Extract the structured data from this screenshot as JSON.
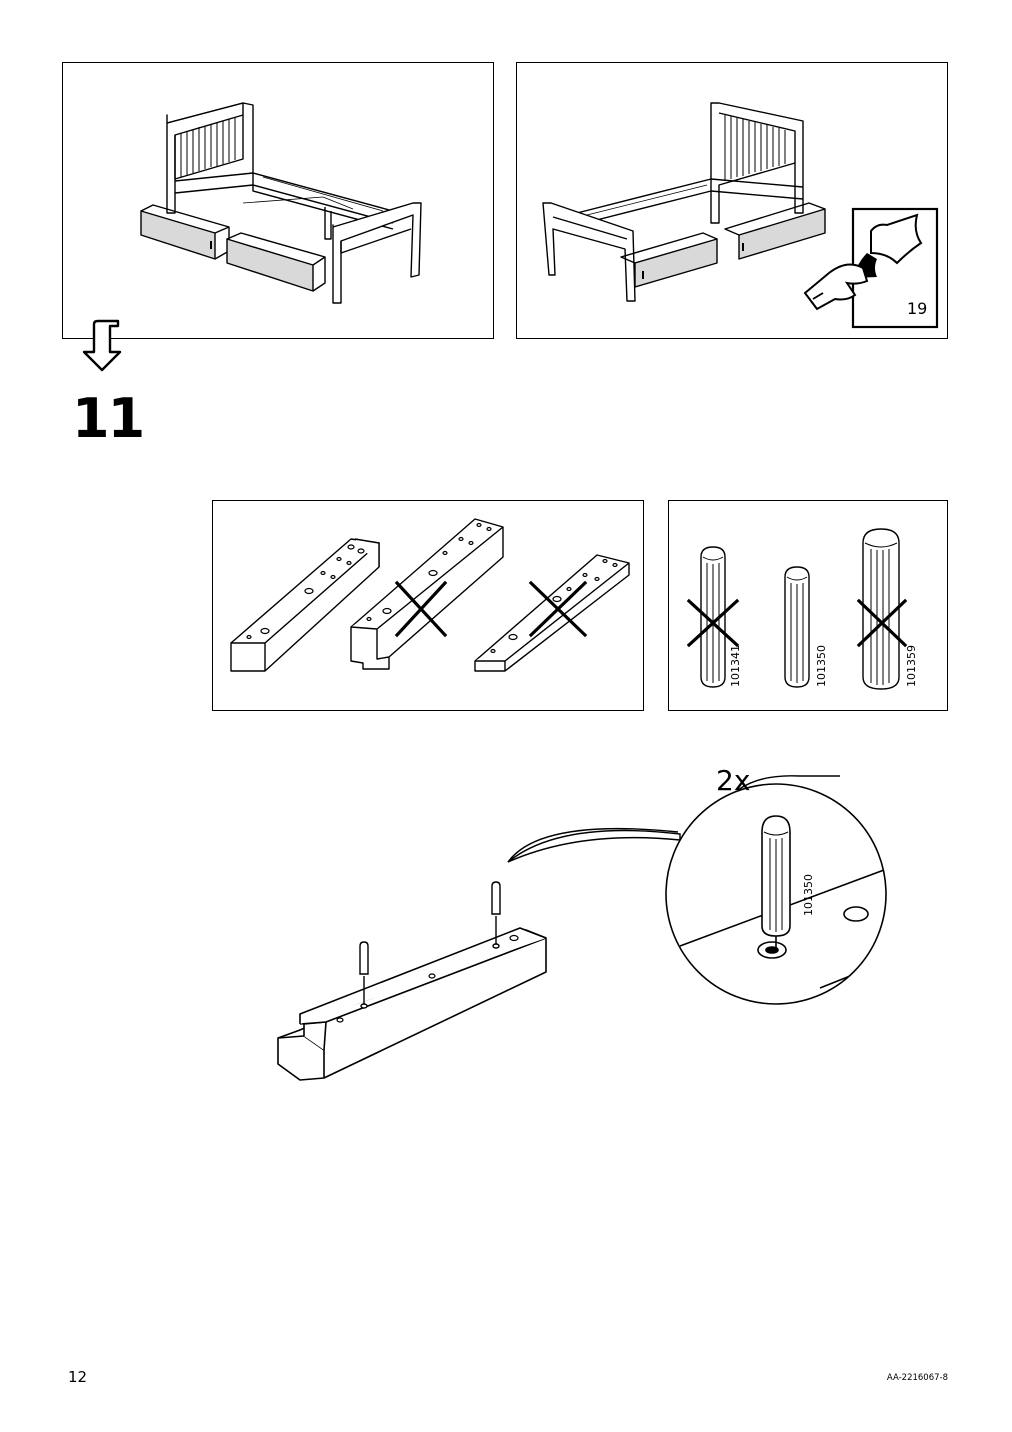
{
  "page": {
    "page_number": "12",
    "doc_code": "AA-2216067-8",
    "step_number": "11"
  },
  "top_panels": {
    "reference_page": "19"
  },
  "dowels": {
    "codes": [
      "101341",
      "101350",
      "101359"
    ],
    "crossed": [
      true,
      false,
      true
    ]
  },
  "detail": {
    "quantity": "2x",
    "dowel_code": "101350"
  },
  "icons": {
    "next-arrow": "down-arrow",
    "turn-page": "hand-turning-page",
    "wrong": "cross-mark"
  }
}
